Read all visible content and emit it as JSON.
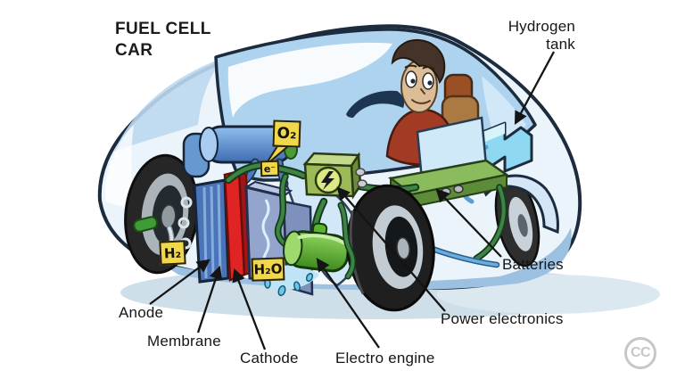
{
  "title": {
    "line1": "FUEL CELL",
    "line2": "CAR"
  },
  "labels": {
    "hydrogen_tank": "Hydrogen tank",
    "batteries": "Batteries",
    "power_electronics": "Power electronics",
    "electro_engine": "Electro engine",
    "cathode": "Cathode",
    "membrane": "Membrane",
    "anode": "Anode"
  },
  "chem_labels": {
    "h2": "H₂",
    "o2": "O₂",
    "h2o": "H₂O",
    "electron": "e⁻"
  },
  "watermark": {
    "label": "CC"
  },
  "icons": {
    "power_box": "lightning-bolt-icon",
    "license": "cc-license-icon"
  },
  "colors": {
    "background": "#ffffff",
    "outline": "#1c2b3d",
    "car_body": "#ecf4fb",
    "body_shade": "#9cc0e0",
    "glass": "#aed3ef",
    "label_yellow": "#f0d84a",
    "membrane_red": "#e02424",
    "cathode_steel": "#93a5cc",
    "engine_block_blue": "#4a74b8",
    "motor_green": "#5cb332",
    "cable_green": "#3c8544",
    "board_green": "#8abb5c",
    "hydrogen_tank_cyan": "#8fd8f2",
    "tire_black": "#242424",
    "driver_shirt": "#a23b24",
    "seat_tan": "#ab7a42",
    "shadow_blue": "#cfdfe9",
    "cc_gray": "#c7c7c7",
    "leader_line": "#141414"
  }
}
